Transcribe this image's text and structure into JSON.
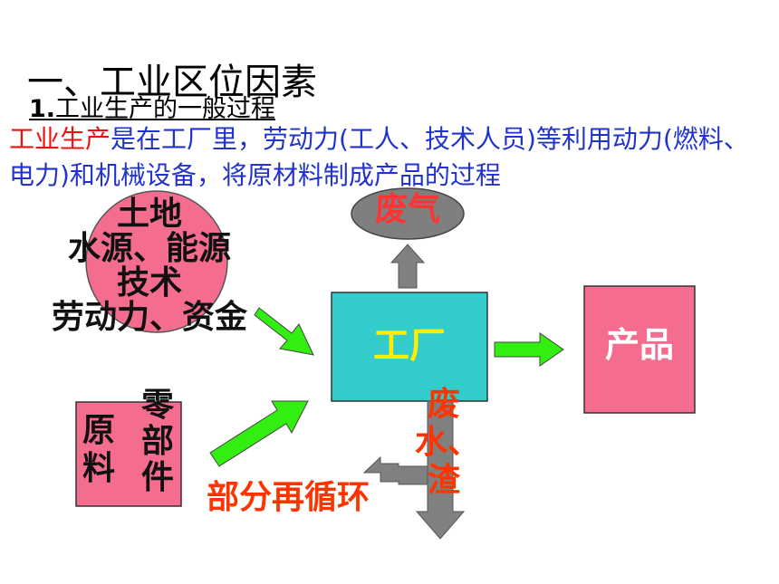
{
  "heading": "一、工业区位因素",
  "subheading": {
    "num": "1.",
    "text": "工业生产的一般过程"
  },
  "definition": {
    "highlight": "工业生产",
    "rest": "是在工厂里，劳动力(工人、技术人员)等利用动力(燃料、电力)和机械设备，将原材料制成产品的过程"
  },
  "diagram": {
    "factors": [
      "土地",
      "水源、能源",
      "技术",
      "劳动力、资金"
    ],
    "raw_material": "原料",
    "parts": "零部件",
    "factory": "工厂",
    "product": "产品",
    "exhaust_gas": "废气",
    "waste": "废水、渣",
    "recycle": "部分再循环"
  },
  "colors": {
    "circle_fill": "#f46d8e",
    "factory_fill": "#33cccc",
    "product_fill": "#f46d8e",
    "raw_fill": "#f46d8e",
    "ellipse_fill": "#7f7f7f",
    "green_arrow": "#33ee11",
    "gray_arrow": "#808080"
  }
}
